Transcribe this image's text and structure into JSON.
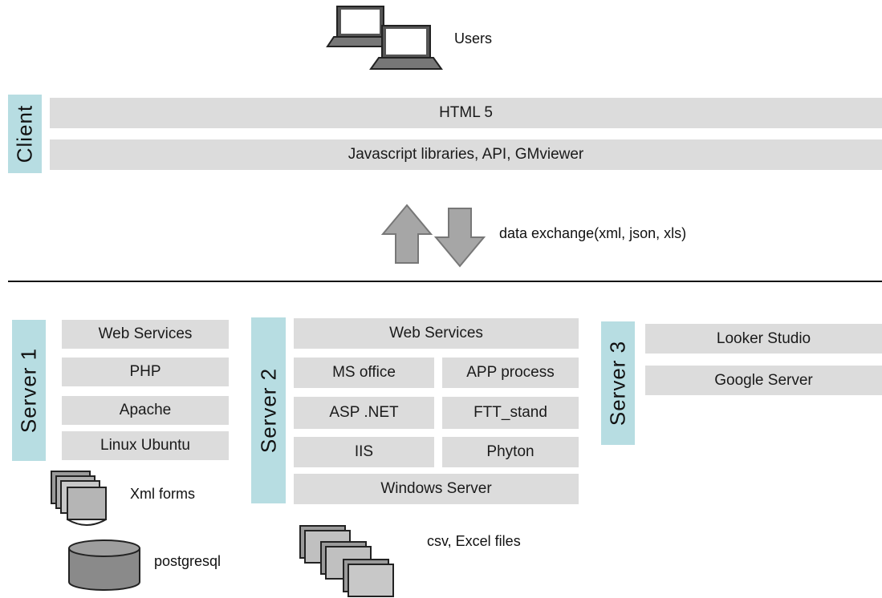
{
  "users": {
    "label": "Users"
  },
  "client": {
    "label": "Client",
    "layers": [
      "HTML 5",
      "Javascript libraries, API, GMviewer"
    ]
  },
  "exchange": {
    "label": "data exchange(xml, json, xls)"
  },
  "server1": {
    "label": "Server 1",
    "layers": [
      "Web Services",
      "PHP",
      "Apache",
      "Linux Ubuntu"
    ],
    "files_label": "Xml forms",
    "db_label": "postgresql"
  },
  "server2": {
    "label": "Server 2",
    "top": "Web Services",
    "grid": [
      "MS office",
      "APP process",
      "ASP .NET",
      "FTT_stand",
      "IIS",
      "Phyton"
    ],
    "bottom": "Windows Server",
    "files_label": "csv, Excel files"
  },
  "server3": {
    "label": "Server 3",
    "layers": [
      "Looker Studio",
      "Google Server"
    ]
  },
  "colors": {
    "layer_bg": "#dcdcdc",
    "label_bg": "#b7dde2",
    "arrow": "#a6a6a6",
    "db": "#8a8a8a"
  }
}
